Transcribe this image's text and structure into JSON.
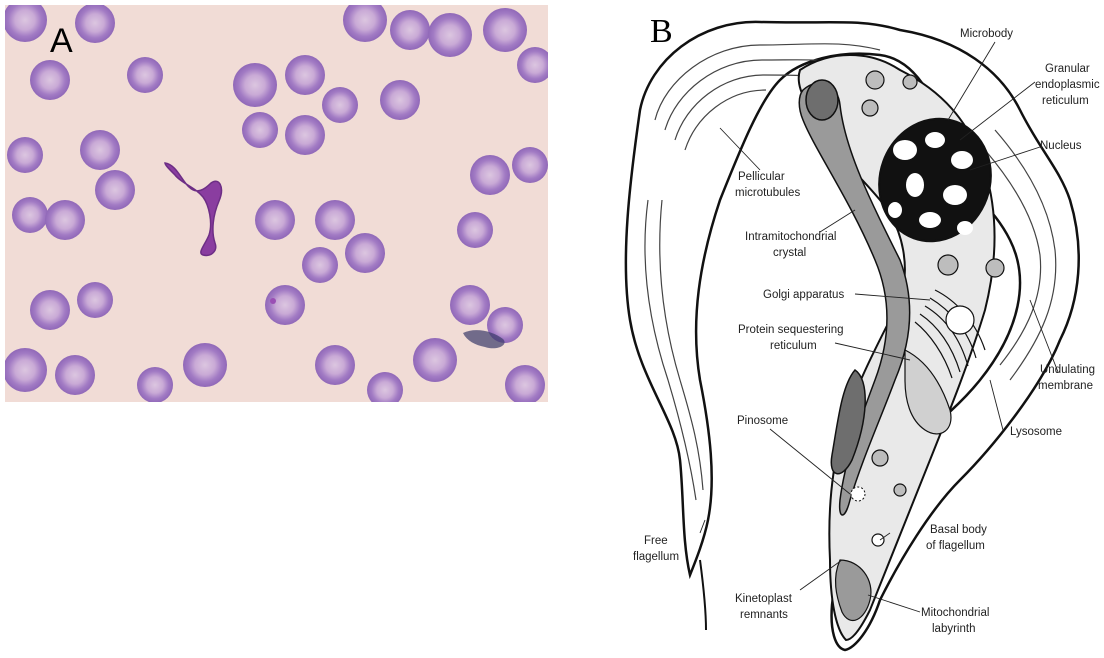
{
  "panel_a": {
    "letter": "A"
  },
  "panel_b": {
    "letter": "B",
    "labels": {
      "microbody": "Microbody",
      "granular_er_1": "Granular",
      "granular_er_2": "endoplasmic",
      "granular_er_3": "reticulum",
      "nucleus": "Nucleus",
      "pellicular_1": "Pellicular",
      "pellicular_2": "microtubules",
      "intramito_1": "Intramitochondrial",
      "intramito_2": "crystal",
      "golgi": "Golgi apparatus",
      "protein_1": "Protein sequestering",
      "protein_2": "reticulum",
      "undulating_1": "Undulating",
      "undulating_2": "membrane",
      "lysosome": "Lysosome",
      "pinosome": "Pinosome",
      "basal_1": "Basal body",
      "basal_2": "of flagellum",
      "free_1": "Free",
      "free_2": "flagellum",
      "kineto_1": "Kinetoplast",
      "kineto_2": "remnants",
      "mito_lab_1": "Mitochondrial",
      "mito_lab_2": "labyrinth"
    }
  },
  "colors": {
    "smear_bg": "#f1dcd6",
    "rbc_rim": "#a27bc4",
    "rbc_center": "#d9c0dc",
    "parasite": "#8a3da0",
    "cell_gray": "#bdbdbd",
    "dark_gray": "#6e6e6e"
  }
}
